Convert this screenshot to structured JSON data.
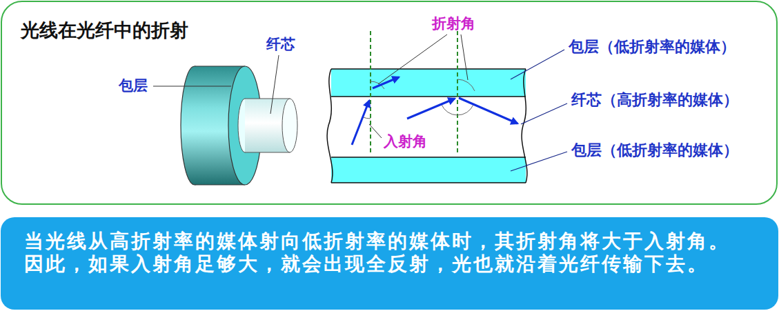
{
  "diagram": {
    "title": "光线在光纤中的折射",
    "caption": "当光线从高折射率的媒体射向低折射率的媒体时，其折射角将大于入射角。因此，如果入射角足够大，就会出现全反射，光也就沿着光纤传输下去。",
    "labels": [
      "纤芯",
      "包层",
      "折射角",
      "入射角",
      "包层（低折射率的媒体）",
      "纤芯（高折射率的媒体）",
      "包层（低折射率的媒体）"
    ]
  }
}
